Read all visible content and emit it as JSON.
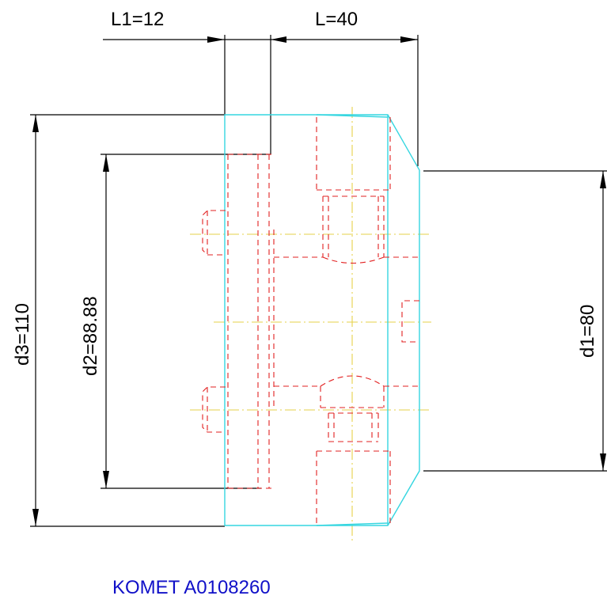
{
  "dimensions": {
    "l1": "L1=12",
    "l": "L=40",
    "d1": "d1=80",
    "d2": "d2=88.88",
    "d3": "d3=110"
  },
  "caption": {
    "text": "KOMET A0108260",
    "color": "#1010c8"
  },
  "colors": {
    "outline": "#35d6e0",
    "hidden_lines": "#e22020",
    "center_lines": "#e6d24a",
    "dimension_lines": "#000000"
  }
}
